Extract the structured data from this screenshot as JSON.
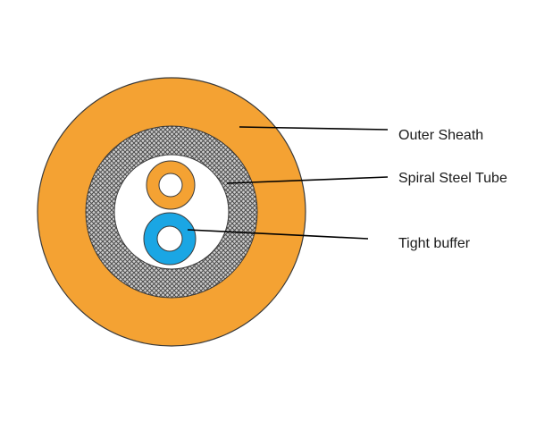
{
  "diagram": {
    "labels": {
      "outer_sheath": "Outer Sheath",
      "spiral_steel_tube": "Spiral Steel Tube",
      "tight_buffer": "Tight buffer"
    },
    "colors": {
      "outer_sheath": "#f4a233",
      "steel_mesh_dark": "#4d4d4d",
      "steel_mesh_light": "#cfcfcf",
      "inner_space": "#ffffff",
      "fiber_orange": "#f4a233",
      "fiber_blue": "#1aa6e4",
      "outline": "#3a3a3a",
      "leader_line": "#000000"
    }
  }
}
